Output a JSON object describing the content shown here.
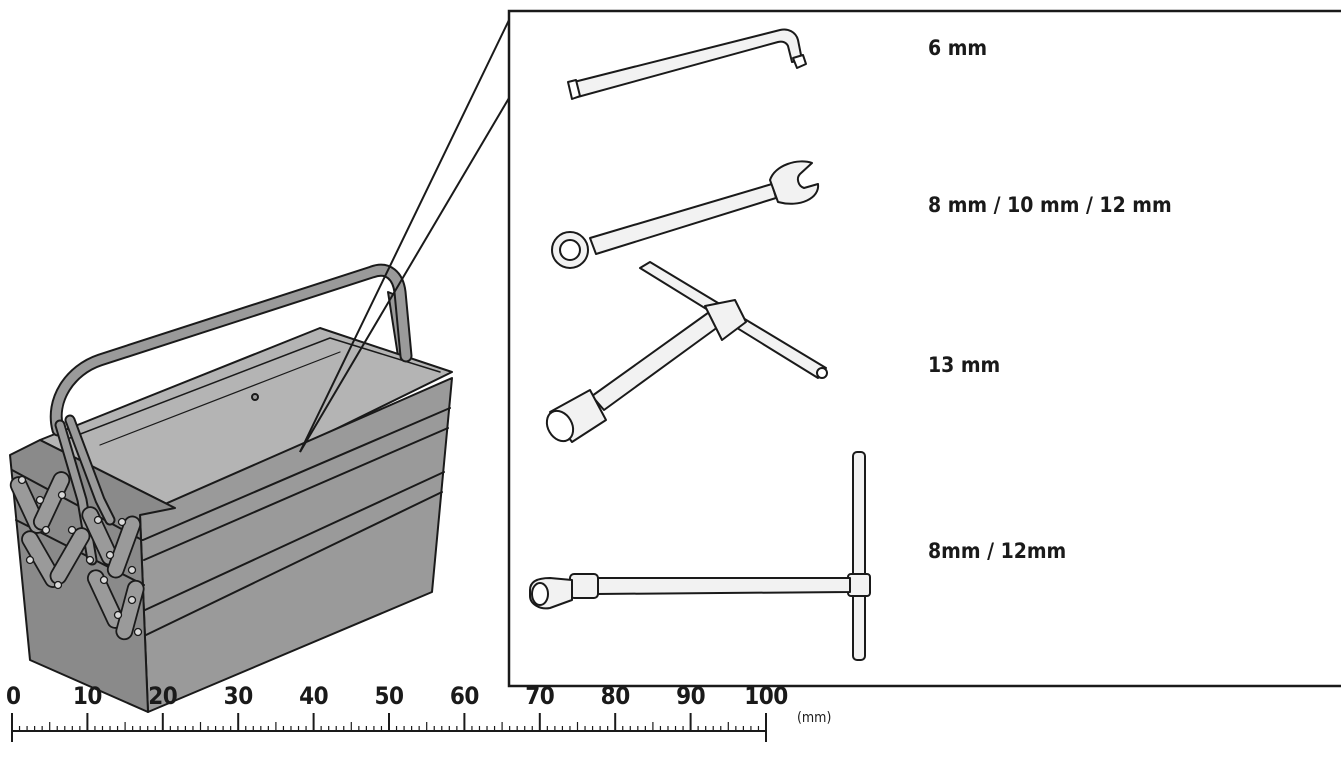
{
  "colors": {
    "ink": "#1a1a1a",
    "box_fill": "#9a9a9a",
    "box_dark": "#7f7f7f",
    "box_light": "#b4b4b4",
    "tool_fill": "#f2f2f2"
  },
  "icons": [
    "toolbox-icon",
    "hex-key-icon",
    "combination-wrench-icon",
    "t-socket-wrench-icon",
    "universal-joint-t-wrench-icon"
  ],
  "tools": [
    {
      "label": "6 mm"
    },
    {
      "label": "8 mm / 10 mm / 12 mm"
    },
    {
      "label": "13 mm"
    },
    {
      "label": "8mm / 12mm"
    }
  ],
  "scale": {
    "ticks": [
      "0",
      "10",
      "20",
      "30",
      "40",
      "50",
      "60",
      "70",
      "80",
      "90",
      "100"
    ],
    "unit": "(mm)"
  }
}
